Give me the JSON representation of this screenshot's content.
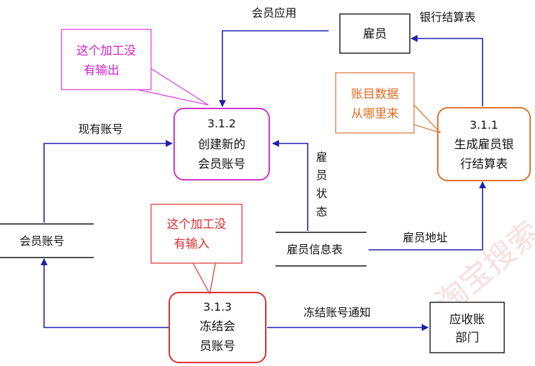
{
  "colors": {
    "arrow": "#1f1fb3",
    "process_magenta": "#cc33cc",
    "process_orange": "#e0722a",
    "process_red": "#d93030",
    "callout_magenta": "#e040e0",
    "callout_orange": "#e07a3a",
    "callout_red": "#e03a3a",
    "watermark": "#f2b7b7"
  },
  "processes": {
    "create_account": {
      "id": "3.1.2",
      "line1": "创建新的",
      "line2": "会员账号"
    },
    "bank_statement": {
      "id": "3.1.1",
      "line1": "生成雇员银",
      "line2": "行结算表"
    },
    "freeze_account": {
      "id": "3.1.3",
      "line1": "冻结会",
      "line2": "员账号"
    }
  },
  "entities": {
    "employee": "雇员",
    "receivables_line1": "应收账",
    "receivables_line2": "部门"
  },
  "data_stores": {
    "member_account": "会员账号",
    "employee_info": "雇员信息表"
  },
  "flows": {
    "member_application": "会员应用",
    "bank_statement": "银行结算表",
    "existing_account": "现有账号",
    "employee_status": [
      "雇",
      "员",
      "状",
      "态"
    ],
    "employee_address": "雇员地址",
    "freeze_notice": "冻结账号通知"
  },
  "callouts": {
    "no_output": {
      "line1": "这个加工没",
      "line2": "有输出"
    },
    "data_source": {
      "line1": "账目数据",
      "line2": "从哪里来"
    },
    "no_input": {
      "line1": "这个加工没",
      "line2": "有输入"
    }
  },
  "watermark": "淘宝搜索"
}
